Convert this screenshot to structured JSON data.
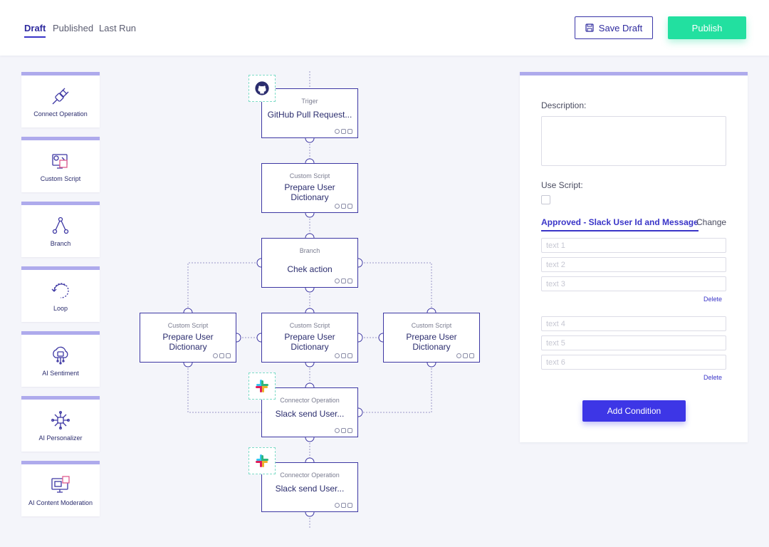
{
  "header": {
    "tabs": [
      {
        "label": "Draft"
      },
      {
        "label": "Published"
      },
      {
        "label": "Last Run"
      }
    ],
    "save_draft_label": "Save Draft",
    "publish_label": "Publish"
  },
  "palette": [
    {
      "label": "Connect Operation",
      "icon": "plug-icon"
    },
    {
      "label": "Custom Script",
      "icon": "script-icon"
    },
    {
      "label": "Branch",
      "icon": "branch-icon"
    },
    {
      "label": "Loop",
      "icon": "loop-icon"
    },
    {
      "label": "AI Sentiment",
      "icon": "ai-sentiment-icon"
    },
    {
      "label": "AI Personalizer",
      "icon": "ai-network-icon"
    },
    {
      "label": "AI Content Moderation",
      "icon": "ai-monitor-icon"
    }
  ],
  "flow": {
    "trigger": {
      "type": "Triger",
      "title": "GitHub Pull Request..."
    },
    "script1": {
      "type": "Custom Script",
      "title": "Prepare User Dictionary"
    },
    "branch": {
      "type": "Branch",
      "title": "Chek action"
    },
    "left": {
      "type": "Custom Script",
      "title": "Prepare User Dictionary"
    },
    "center": {
      "type": "Custom Script",
      "title": "Prepare User Dictionary"
    },
    "right": {
      "type": "Custom Script",
      "title": "Prepare User Dictionary"
    },
    "slack1": {
      "type": "Connector Operation",
      "title": "Slack send User..."
    },
    "slack2": {
      "type": "Connector Operation",
      "title": "Slack send User..."
    }
  },
  "panel": {
    "description_label": "Description:",
    "use_script_label": "Use Script:",
    "condition_tab": "Approved - Slack User Id and Message",
    "change_tab": "Change",
    "group1": [
      "text 1",
      "text 2",
      "text 3"
    ],
    "group2": [
      "text 4",
      "text 5",
      "text 6"
    ],
    "delete_label": "Delete",
    "add_condition_label": "Add Condition"
  },
  "colors": {
    "accent": "#3a35c8",
    "publish": "#22e0a0",
    "node_border": "#3d37a3",
    "palette_strip": "#aeaaec"
  }
}
